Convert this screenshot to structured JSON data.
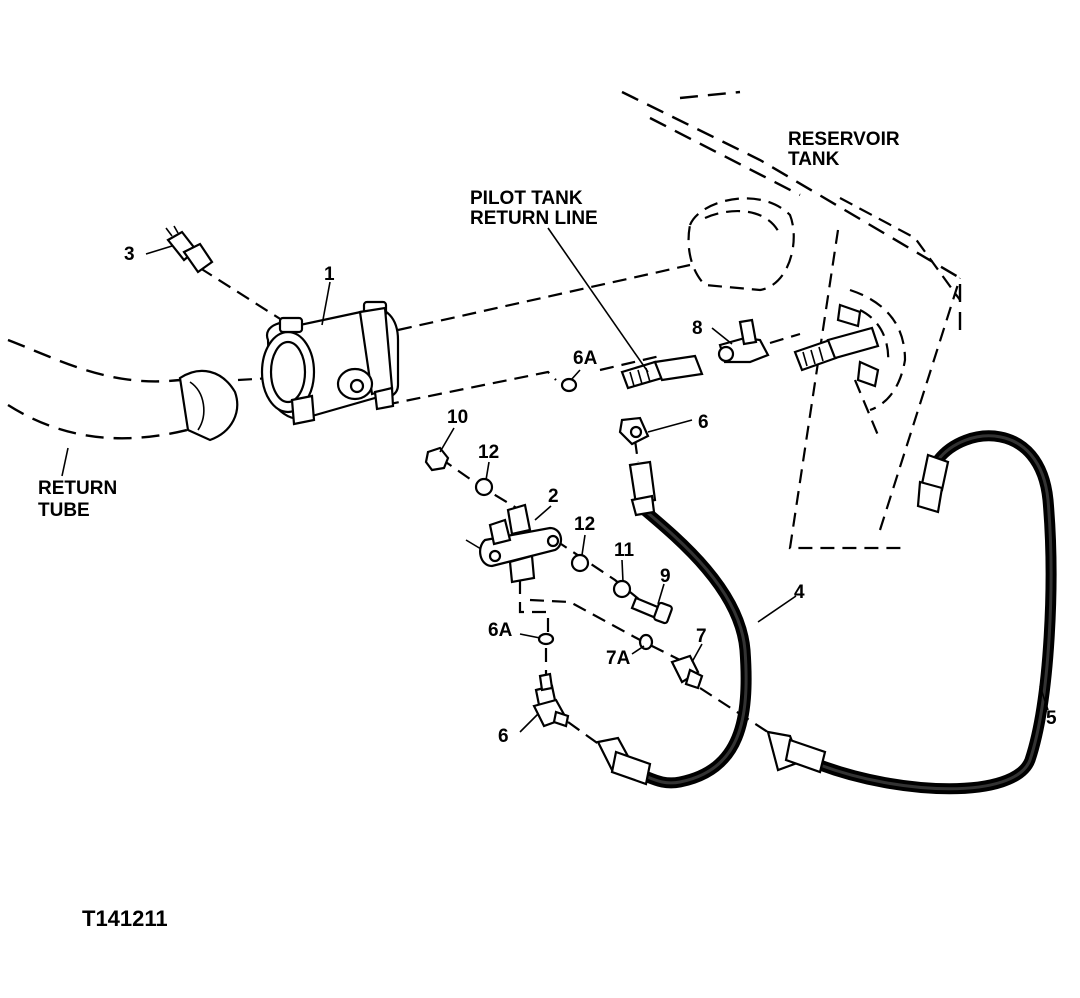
{
  "labels": {
    "reservoir_tank": [
      "RESERVOIR",
      "TANK"
    ],
    "pilot_tank_return_line": [
      "PILOT TANK",
      "RETURN LINE"
    ],
    "return_tube": [
      "RETURN",
      "TUBE"
    ],
    "figure_id": "T141211"
  },
  "callouts": {
    "c1": "1",
    "c2": "2",
    "c3": "3",
    "c4": "4",
    "c5": "5",
    "c6a": "6",
    "c6b": "6",
    "c6A_a": "6A",
    "c6A_b": "6A",
    "c7": "7",
    "c7A": "7A",
    "c8": "8",
    "c9": "9",
    "c10": "10",
    "c11": "11",
    "c12a": "12",
    "c12b": "12"
  }
}
